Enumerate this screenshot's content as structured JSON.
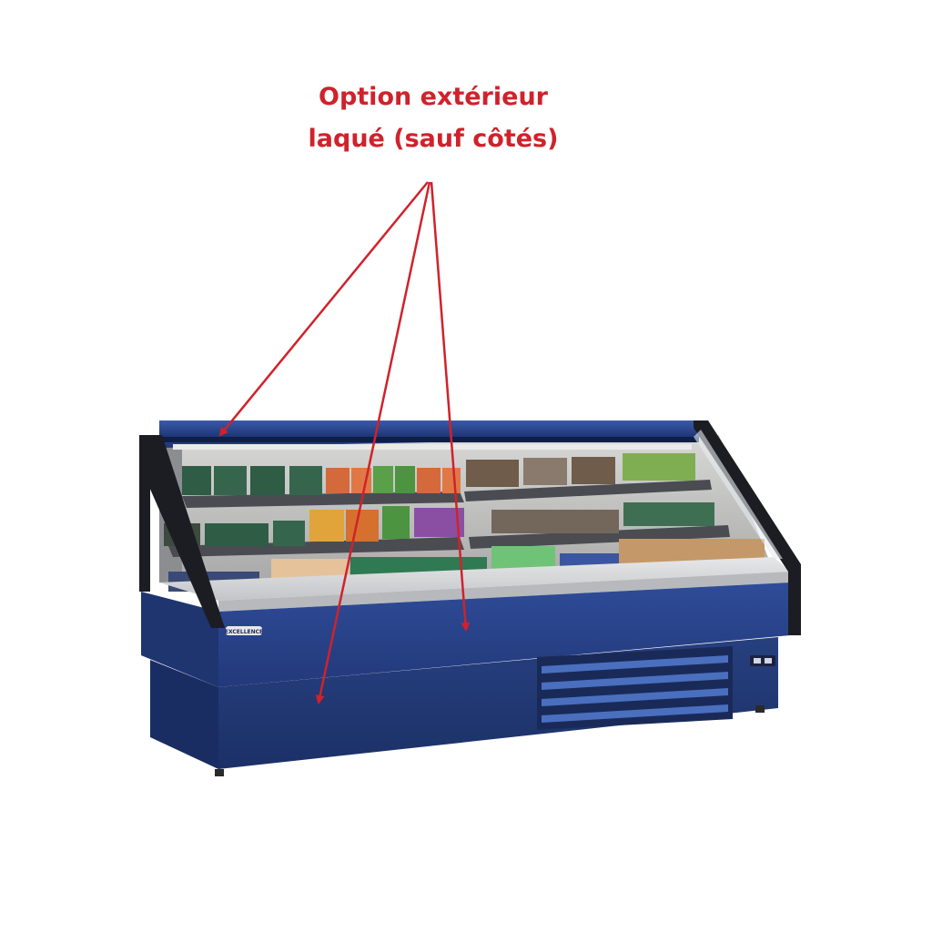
{
  "annotation": {
    "line1": "Option extérieur",
    "line2": "laqué (sauf côtés)",
    "color": "#d0222b",
    "arrow_count": 3
  },
  "product": {
    "brand_label": "EXCELLENCE",
    "body_color": "#2b4590",
    "frame_color": "#1c1d22",
    "shelf_count": 3
  }
}
